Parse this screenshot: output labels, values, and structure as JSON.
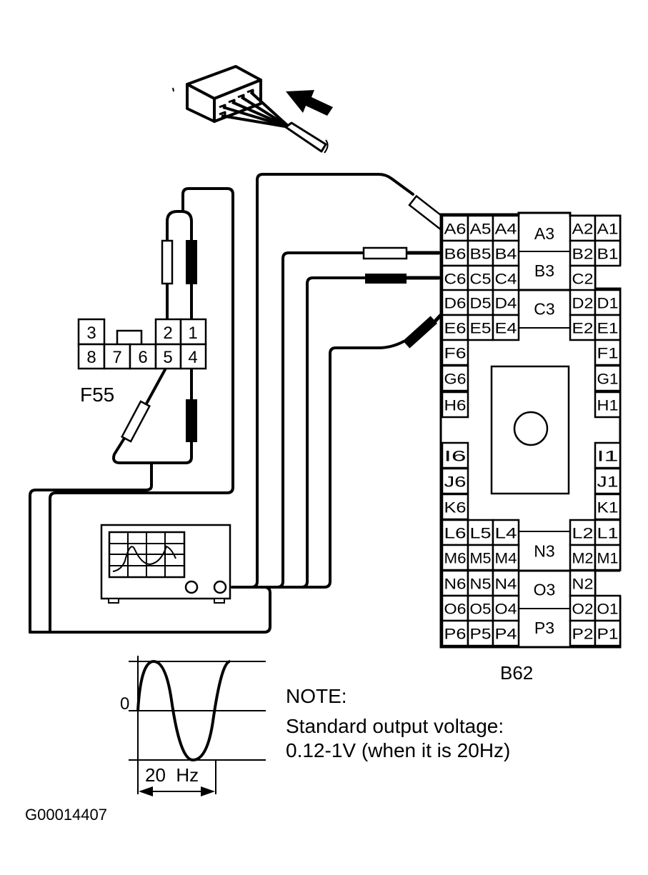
{
  "figure_id": "G00014407",
  "connectors": {
    "f55": {
      "label": "F55",
      "pins_top": [
        "3",
        "2",
        "1"
      ],
      "pins_bottom": [
        "8",
        "7",
        "6",
        "5",
        "4"
      ]
    },
    "b62": {
      "label": "B62",
      "rows": [
        [
          "A6",
          "A5",
          "A4",
          "A3",
          "A2",
          "A1"
        ],
        [
          "B6",
          "B5",
          "B4",
          "B3",
          "B2",
          "B1"
        ],
        [
          "C6",
          "C5",
          "C4",
          "C2"
        ],
        [
          "D6",
          "D5",
          "D4",
          "C3",
          "D2",
          "D1"
        ],
        [
          "E6",
          "E5",
          "E4",
          "E2",
          "E1"
        ],
        [
          "F6",
          "F1"
        ],
        [
          "G6",
          "G1"
        ],
        [
          "H6",
          "H1"
        ],
        [
          "I6",
          "I1"
        ],
        [
          "J6",
          "J1"
        ],
        [
          "K6",
          "K1"
        ],
        [
          "L6",
          "L5",
          "L4",
          "L2",
          "L1"
        ],
        [
          "M6",
          "M5",
          "M4",
          "N3",
          "M2",
          "M1"
        ],
        [
          "N6",
          "N5",
          "N4",
          "O3",
          "N2"
        ],
        [
          "O6",
          "O5",
          "O4",
          "O2",
          "O1"
        ],
        [
          "P6",
          "P5",
          "P4",
          "P3",
          "P2",
          "P1"
        ]
      ]
    }
  },
  "instrument": "oscilloscope",
  "waveform": {
    "zero_label": "0",
    "period_label": "20  Hz"
  },
  "note": {
    "title": "NOTE:",
    "line1": "Standard output voltage:",
    "line2": "0.12-1V (when it is 20Hz)"
  }
}
